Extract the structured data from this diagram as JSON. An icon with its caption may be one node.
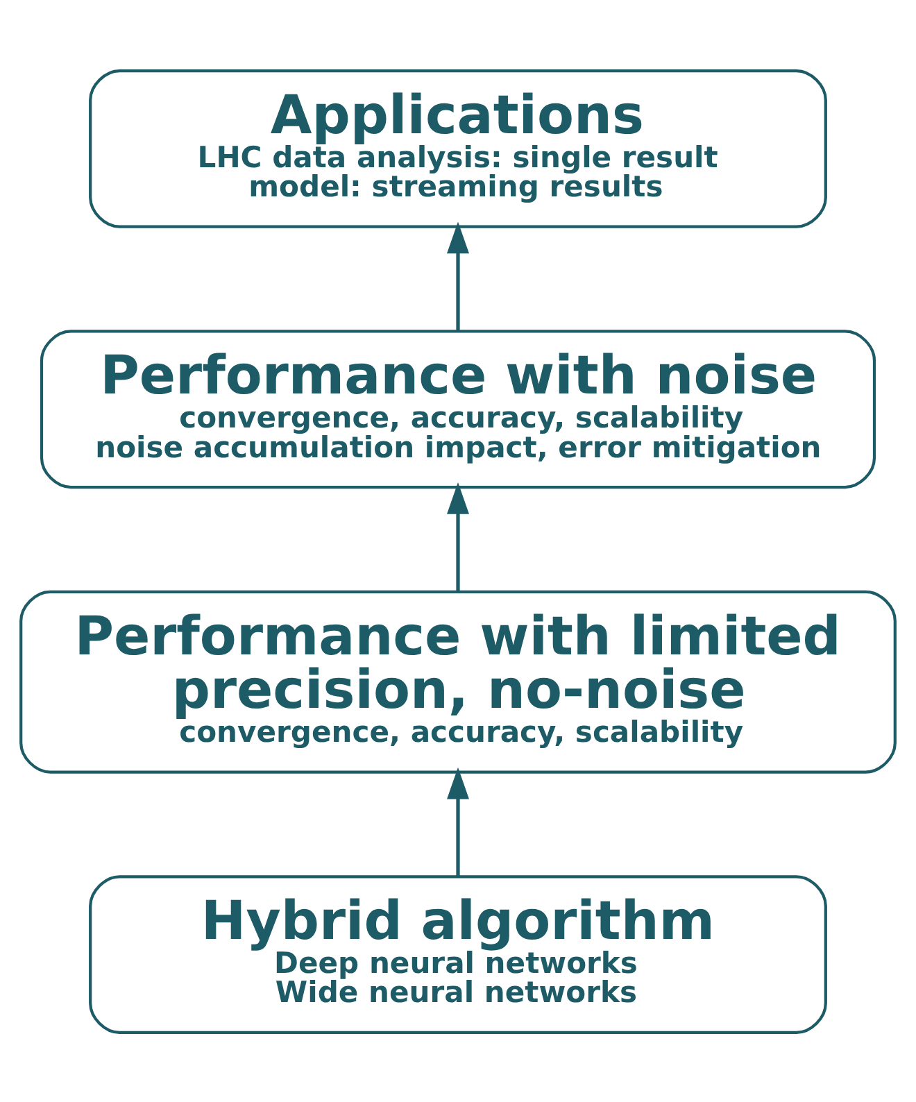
{
  "diagram": {
    "nodes": [
      {
        "text": [
          "Applications",
          "LHC data analysis: single result",
          "model: streaming results"
        ]
      },
      {
        "text": [
          "Performance with noise",
          "convergence, accuracy, scalability",
          "noise accumulation impact, error mitigation"
        ]
      },
      {
        "text": [
          "Performance with limited precision, no-noise",
          "convergence, accuracy, scalability"
        ]
      },
      {
        "text": [
          "Hybrid algorithm",
          "Deep neural networks",
          "Wide neural networks"
        ]
      }
    ],
    "edges": [
      {
        "from": 3,
        "to": 2,
        "arrow": "to"
      },
      {
        "from": 2,
        "to": 1,
        "arrow": "to"
      },
      {
        "from": 1,
        "to": 0,
        "arrow": "to"
      }
    ]
  }
}
